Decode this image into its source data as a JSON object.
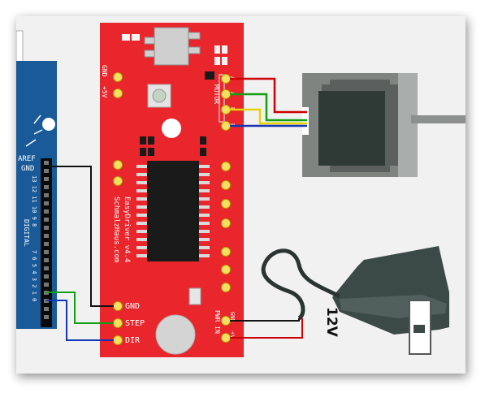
{
  "board": {
    "brand": "SchmalzHaus.com",
    "name": "EasyDriver v4.4",
    "pins_left_top": [
      "GND",
      "+5V"
    ],
    "motor_label": "MOTOR",
    "motor_pins": [
      "A",
      "A",
      "B",
      "B"
    ],
    "bottom_pins": [
      "GND",
      "STEP",
      "DIR"
    ],
    "pwr_label": "PWR IN",
    "pwr_pins": [
      "GND",
      "+V"
    ]
  },
  "arduino": {
    "aref": "AREF",
    "gnd": "GND",
    "digital": "DIGITAL",
    "upper_pins": "13 12 11 10 9 8",
    "lower_pins": "7 6 5 4 3 2 1 0"
  },
  "power": {
    "voltage": "12V"
  },
  "colors": {
    "board_red": "#e8262c",
    "arduino_blue": "#1a5a99",
    "wire_red": "#cc0000",
    "wire_green": "#12a012",
    "wire_yellow": "#e7d300",
    "wire_blue": "#1436b4",
    "motor_grey": "#7f8481",
    "adapter_dark": "#3c4a47"
  }
}
